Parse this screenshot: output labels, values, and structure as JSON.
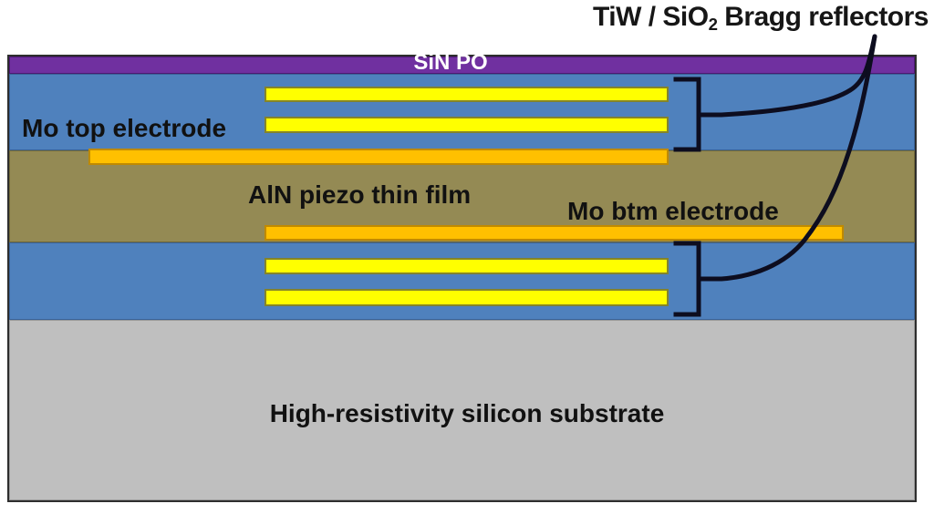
{
  "diagram": {
    "annotation": {
      "title_prefix": "TiW / SiO",
      "title_sub": "2",
      "title_suffix": " Bragg reflectors"
    },
    "labels": {
      "passivation": "SiN PO",
      "top_electrode": "Mo top electrode",
      "piezo_film": "AlN piezo thin film",
      "bottom_electrode": "Mo btm electrode",
      "substrate": "High-resistivity silicon substrate"
    },
    "layers": [
      {
        "name": "SiN PO passivation",
        "color": "#7030a0"
      },
      {
        "name": "top Bragg reflector region",
        "color": "#4f81bd"
      },
      {
        "name": "AlN piezo thin film",
        "color": "#948a54"
      },
      {
        "name": "bottom Bragg reflector region",
        "color": "#4f81bd"
      },
      {
        "name": "high-resistivity silicon substrate",
        "color": "#bfbfbf"
      }
    ],
    "bars": {
      "tiw_sio2_reflector_color": "#ffff00",
      "mo_electrode_color": "#ffc000",
      "top_reflector_bars": 2,
      "bottom_reflector_bars": 2
    },
    "colors": {
      "purple": "#7030a0",
      "blue": "#4f81bd",
      "olive": "#948a54",
      "yellow": "#ffff00",
      "orange": "#ffc000",
      "gray": "#bfbfbf",
      "line": "#0d0d1f",
      "text": "#111111",
      "text_on_purple": "#ffffff"
    }
  }
}
